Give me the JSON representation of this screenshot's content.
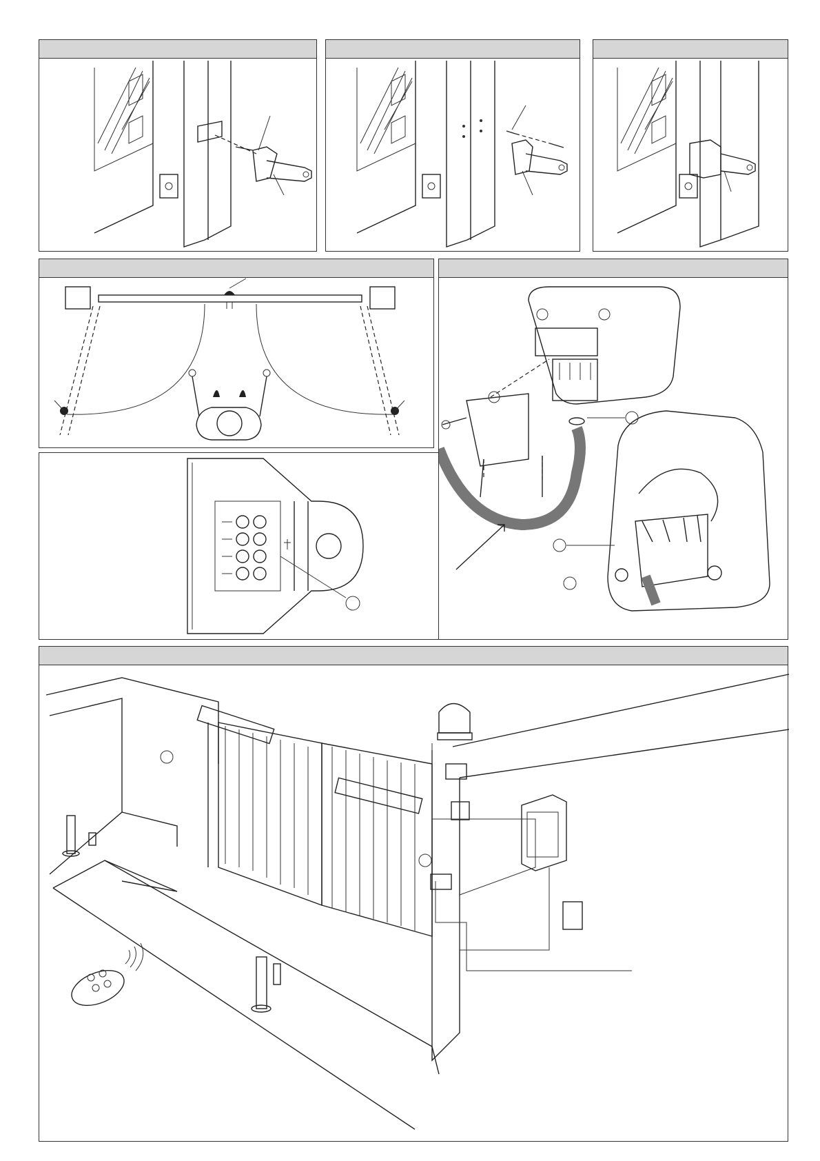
{
  "document": {
    "type": "installation-illustration-sheet",
    "panels": [
      {
        "id": "step-1",
        "title": ""
      },
      {
        "id": "step-2",
        "title": ""
      },
      {
        "id": "step-3",
        "title": ""
      },
      {
        "id": "stop-layout",
        "title": ""
      },
      {
        "id": "lamp-wiring",
        "title": ""
      },
      {
        "id": "terminal-block",
        "title": ""
      },
      {
        "id": "system-overview",
        "title": ""
      }
    ],
    "icons": [
      "gate-post-icon",
      "bracket-icon",
      "screw-icon",
      "gate-stop-icon",
      "flashing-lamp-icon",
      "terminal-block-icon",
      "photocell-icon",
      "control-unit-icon",
      "remote-control-icon",
      "key-selector-icon"
    ]
  }
}
